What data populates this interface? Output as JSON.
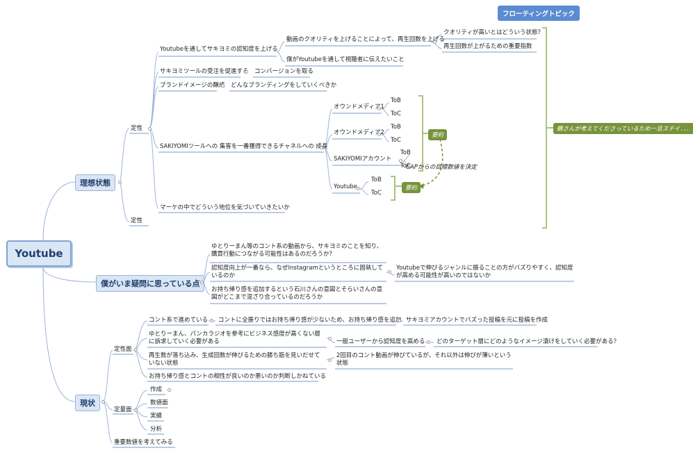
{
  "root": "Youtube",
  "floating_topic": "フローティングトピック",
  "main_topics": {
    "ideal": "理想状態",
    "question": "僕がいま疑問に思っている点",
    "current": "現状"
  },
  "ideal": {
    "qual1": "定性",
    "qual2": "定性",
    "yt_awareness": "Youtubeを通してサキヨミの認知度を上げる",
    "raise_quality": "動画のクオリティを上げることによって、再生回数を上げる",
    "what_quality": "クオリティが高いとはどういう状態？",
    "key_metric": "再生回数が上がるための重要指数",
    "convey": "僕がYoutubeを通して視聴者に伝えたいこと",
    "promote": "サキヨミツールの受注を促進する",
    "conversion": "コンバージョンを取る",
    "brand": "ブランドイメージの醸成",
    "branding": "どんなブランディングをしていくべきか",
    "channel": "SAKIYOMIツールへの 集客を一番獲得できるチャネルへの 成長",
    "owned1": "オウンドメディア1",
    "owned2": "オウンドメディア2",
    "sakiyomi_account": "SAKIYOMIアカウント",
    "youtube": "Youtube",
    "tob": "ToB",
    "toc": "ToC",
    "summary": "要約",
    "kpi_note": "CAPからの目標数値を決定",
    "market_position": "マーケの中でどういう地位を気づいていきたいか",
    "boss_note": "鶴さんが考えてくださっているため一旦ステイ．．．？"
  },
  "question": {
    "q1": "ゆとりーまん等のコント系の動画から、サキヨミのことを知り、購買行動につながる可能性はあるのだろうか？",
    "q2": "認知度向上が一番なら、なぜInstagramというところに固執しているのか",
    "q2_answer": "Youtubeで伸びるジャンルに振ることの方がバズりやすく、認知度が高める可能性が高いのではないか",
    "q3": "お持ち帰り感を追加するという石川さんの意図とそらいさんの意図がどこまで混ざり合っているのだろうか"
  },
  "current": {
    "qualitative": "定性面",
    "quantitative": "定量面",
    "important_metrics": "重要数値を考えてみる",
    "conte": "コント系で進めている",
    "not_takeaway": "コントに全振りではお持ち帰り感が少ないため、お持ち帰り感を追加",
    "sakiyomi_buzz": "サキヨミアカウントでバズった投稿を元に投稿を作成",
    "yutori": "ゆとりーまん、パンカラジオを参考にビジネス感度が高くない層に訴求していく必要がある",
    "general_users": "一般ユーザーから認知度を高める",
    "target_image": "どのターゲット層にどのようなイメージ漬けをしていく必要がある？",
    "views_drop": "再生数が落ち込み、生成回数が伸びるための勝ち筋を見いだせていない状態",
    "second_conte": "2回目のコント動画が伸びているが、それ以外は伸びが薄いという状態",
    "compat": "お持ち帰り感とコントの相性が良いのか悪いのか判断しかねている",
    "make": "作成",
    "numbers": "数値面",
    "results": "実績",
    "analysis": "分析"
  }
}
